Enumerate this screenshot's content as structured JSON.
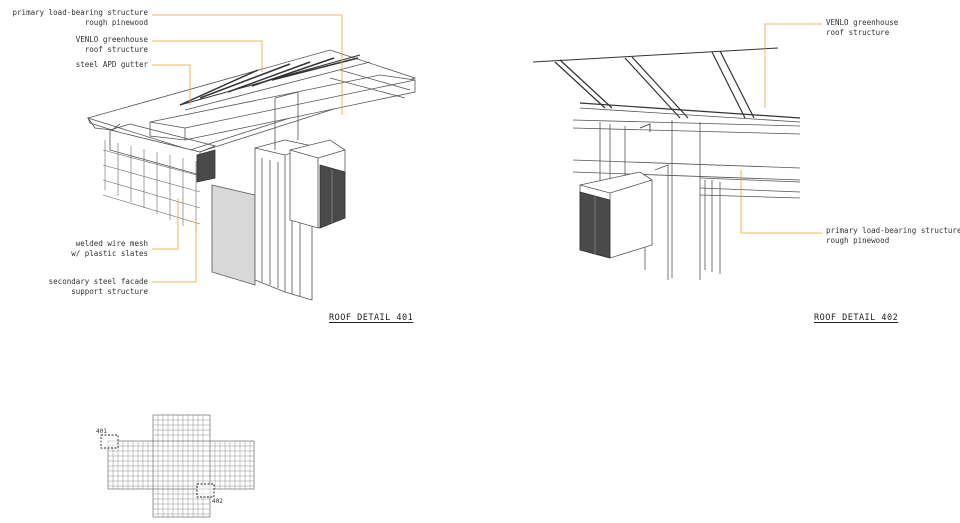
{
  "detail_401": {
    "title": "ROOF DETAIL 401",
    "labels": {
      "primary_structure": "primary load-bearing structure\nrough pinewood",
      "venlo_roof": "VENLO greenhouse\nroof structure",
      "gutter": "steel APD gutter",
      "wire_mesh": "welded wire mesh\nw/ plastic slates",
      "facade_support": "secondary steel facade\nsupport structure"
    }
  },
  "detail_402": {
    "title": "ROOF DETAIL 402",
    "labels": {
      "venlo_roof": "VENLO greenhouse\nroof structure",
      "primary_structure": "primary load-bearing structure\nrough pinewood"
    }
  },
  "key_plan": {
    "markers": [
      "401",
      "402"
    ]
  },
  "colors": {
    "leader": "#f0a030",
    "line": "#555555",
    "dark_block": "#4a4a4a",
    "panel": "#d8d8d8"
  }
}
